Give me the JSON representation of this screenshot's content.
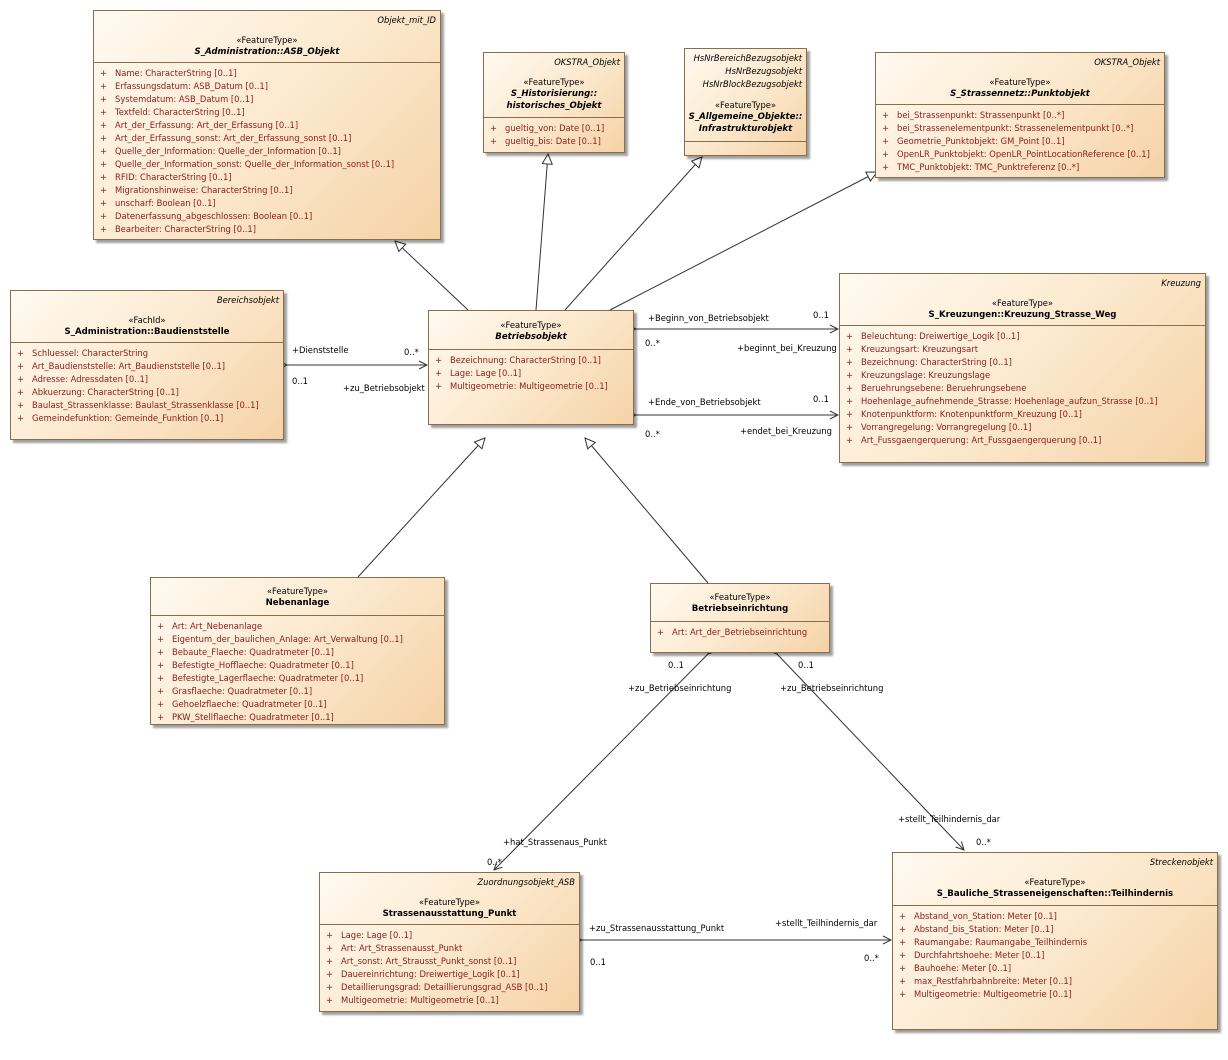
{
  "classes": {
    "asb": {
      "tag": [
        "Objekt_mit_ID"
      ],
      "stereotype": "«FeatureType»",
      "name": "S_Administration::ASB_Objekt",
      "attributes": [
        "Name: CharacterString [0..1]",
        "Erfassungsdatum: ASB_Datum [0..1]",
        "Systemdatum: ASB_Datum [0..1]",
        "Textfeld: CharacterString [0..1]",
        "Art_der_Erfassung: Art_der_Erfassung [0..1]",
        "Art_der_Erfassung_sonst: Art_der_Erfassung_sonst [0..1]",
        "Quelle_der_Information: Quelle_der_Information [0..1]",
        "Quelle_der_Information_sonst: Quelle_der_Information_sonst [0..1]",
        "RFID: CharacterString [0..1]",
        "Migrationshinweise: CharacterString [0..1]",
        "unscharf: Boolean [0..1]",
        "Datenerfassung_abgeschlossen: Boolean [0..1]",
        "Bearbeiter: CharacterString [0..1]"
      ]
    },
    "hist": {
      "tag": [
        "OKSTRA_Objekt"
      ],
      "stereotype": "«FeatureType»",
      "name": "S_Historisierung::\nhistorisches_Objekt",
      "attributes": [
        "gueltig_von: Date [0..1]",
        "gueltig_bis: Date [0..1]"
      ]
    },
    "infra": {
      "tag": [
        "HsNrBereichBezugsobjekt",
        "HsNrBezugsobjekt",
        "HsNrBlockBezugsobjekt"
      ],
      "stereotype": "«FeatureType»",
      "name": "S_Allgemeine_Objekte::\nInfrastrukturobjekt",
      "attributes": []
    },
    "punkt": {
      "tag": [
        "OKSTRA_Objekt"
      ],
      "stereotype": "«FeatureType»",
      "name": "S_Strassennetz::Punktobjekt",
      "attributes": [
        "bei_Strassenpunkt: Strassenpunkt [0..*]",
        "bei_Strassenelementpunkt: Strassenelementpunkt [0..*]",
        "Geometrie_Punktobjekt: GM_Point [0..1]",
        "OpenLR_Punktobjekt: OpenLR_PointLocationReference [0..1]",
        "TMC_Punktobjekt: TMC_Punktreferenz [0..*]"
      ]
    },
    "baud": {
      "tag": [
        "Bereichsobjekt"
      ],
      "stereotype": "«FachId»",
      "name": "S_Administration::Baudienststelle",
      "attributes": [
        "Schluessel: CharacterString",
        "Art_Baudienststelle: Art_Baudienststelle [0..1]",
        "Adresse: Adressdaten [0..1]",
        "Abkuerzung: CharacterString [0..1]",
        "Baulast_Strassenklasse: Baulast_Strassenklasse [0..1]",
        "Gemeindefunktion: Gemeinde_Funktion [0..1]"
      ]
    },
    "betr": {
      "tag": [],
      "stereotype": "«FeatureType»",
      "name": "Betriebsobjekt",
      "attributes": [
        "Bezeichnung: CharacterString [0..1]",
        "Lage: Lage [0..1]",
        "Multigeometrie: Multigeometrie [0..1]"
      ]
    },
    "kreuz": {
      "tag": [
        "Kreuzung"
      ],
      "stereotype": "«FeatureType»",
      "name": "S_Kreuzungen::Kreuzung_Strasse_Weg",
      "attributes": [
        "Beleuchtung: Dreiwertige_Logik [0..1]",
        "Kreuzungsart: Kreuzungsart",
        "Bezeichnung: CharacterString [0..1]",
        "Kreuzungslage: Kreuzungslage",
        "Beruehrungsebene: Beruehrungsebene",
        "Hoehenlage_aufnehmende_Strasse: Hoehenlage_aufzun_Strasse [0..1]",
        "Knotenpunktform: Knotenpunktform_Kreuzung [0..1]",
        "Vorrangregelung: Vorrangregelung [0..1]",
        "Art_Fussgaengerquerung: Art_Fussgaengerquerung [0..1]"
      ]
    },
    "neben": {
      "tag": [],
      "stereotype": "«FeatureType»",
      "name": "Nebenanlage",
      "attributes": [
        "Art: Art_Nebenanlage",
        "Eigentum_der_baulichen_Anlage: Art_Verwaltung [0..1]",
        "Bebaute_Flaeche: Quadratmeter [0..1]",
        "Befestigte_Hofflaeche: Quadratmeter [0..1]",
        "Befestigte_Lagerflaeche: Quadratmeter [0..1]",
        "Grasflaeche: Quadratmeter [0..1]",
        "Gehoelzflaeche: Quadratmeter [0..1]",
        "PKW_Stellflaeche: Quadratmeter [0..1]"
      ]
    },
    "einr": {
      "tag": [],
      "stereotype": "«FeatureType»",
      "name": "Betriebseinrichtung",
      "attributes": [
        "Art: Art_der_Betriebseinrichtung"
      ]
    },
    "sap": {
      "tag": [
        "Zuordnungsobjekt_ASB"
      ],
      "stereotype": "«FeatureType»",
      "name": "Strassenausstattung_Punkt",
      "attributes": [
        "Lage: Lage [0..1]",
        "Art: Art_Strassenausst_Punkt",
        "Art_sonst: Art_Strausst_Punkt_sonst [0..1]",
        "Dauereinrichtung: Dreiwertige_Logik [0..1]",
        "Detaillierungsgrad: Detaillierungsgrad_ASB [0..1]",
        "Multigeometrie: Multigeometrie [0..1]"
      ]
    },
    "teil": {
      "tag": [
        "Streckenobjekt"
      ],
      "stereotype": "«FeatureType»",
      "name": "S_Bauliche_Strasseneigenschaften::Teilhindernis",
      "attributes": [
        "Abstand_von_Station: Meter [0..1]",
        "Abstand_bis_Station: Meter [0..1]",
        "Raumangabe: Raumangabe_Teilhindernis",
        "Durchfahrtshoehe: Meter [0..1]",
        "Bauhoehe: Meter [0..1]",
        "max_Restfahrbahnbreite: Meter [0..1]",
        "Multigeometrie: Multigeometrie [0..1]"
      ]
    }
  },
  "labels": {
    "dienststelle": "+Dienststelle",
    "dienststelle_mult": "0..*",
    "zu_betriebsobjekt": "+zu_Betriebsobjekt",
    "zu_betriebsobjekt_mult": "0..1",
    "beginn_von": "+Beginn_von_Betriebsobjekt",
    "beginn_von_mult": "0..*",
    "beginnt_bei": "+beginnt_bei_Kreuzung",
    "beginnt_bei_mult": "0..1",
    "ende_von": "+Ende_von_Betriebsobjekt",
    "ende_von_mult": "0..*",
    "endet_bei": "+endet_bei_Kreuzung",
    "endet_bei_mult": "0..1",
    "zu_einr_1": "+zu_Betriebseinrichtung",
    "zu_einr_1_mult": "0..1",
    "hat_sap": "+hat_Strassenaus_Punkt",
    "hat_sap_mult": "0..*",
    "zu_einr_2": "+zu_Betriebseinrichtung",
    "zu_einr_2_mult": "0..1",
    "stellt_1": "+stellt_Teilhindernis_dar",
    "stellt_1_mult": "0..*",
    "zu_sap": "+zu_Strassenausstattung_Punkt",
    "zu_sap_mult": "0..1",
    "stellt_2": "+stellt_Teilhindernis_dar",
    "stellt_2_mult": "0..*"
  }
}
